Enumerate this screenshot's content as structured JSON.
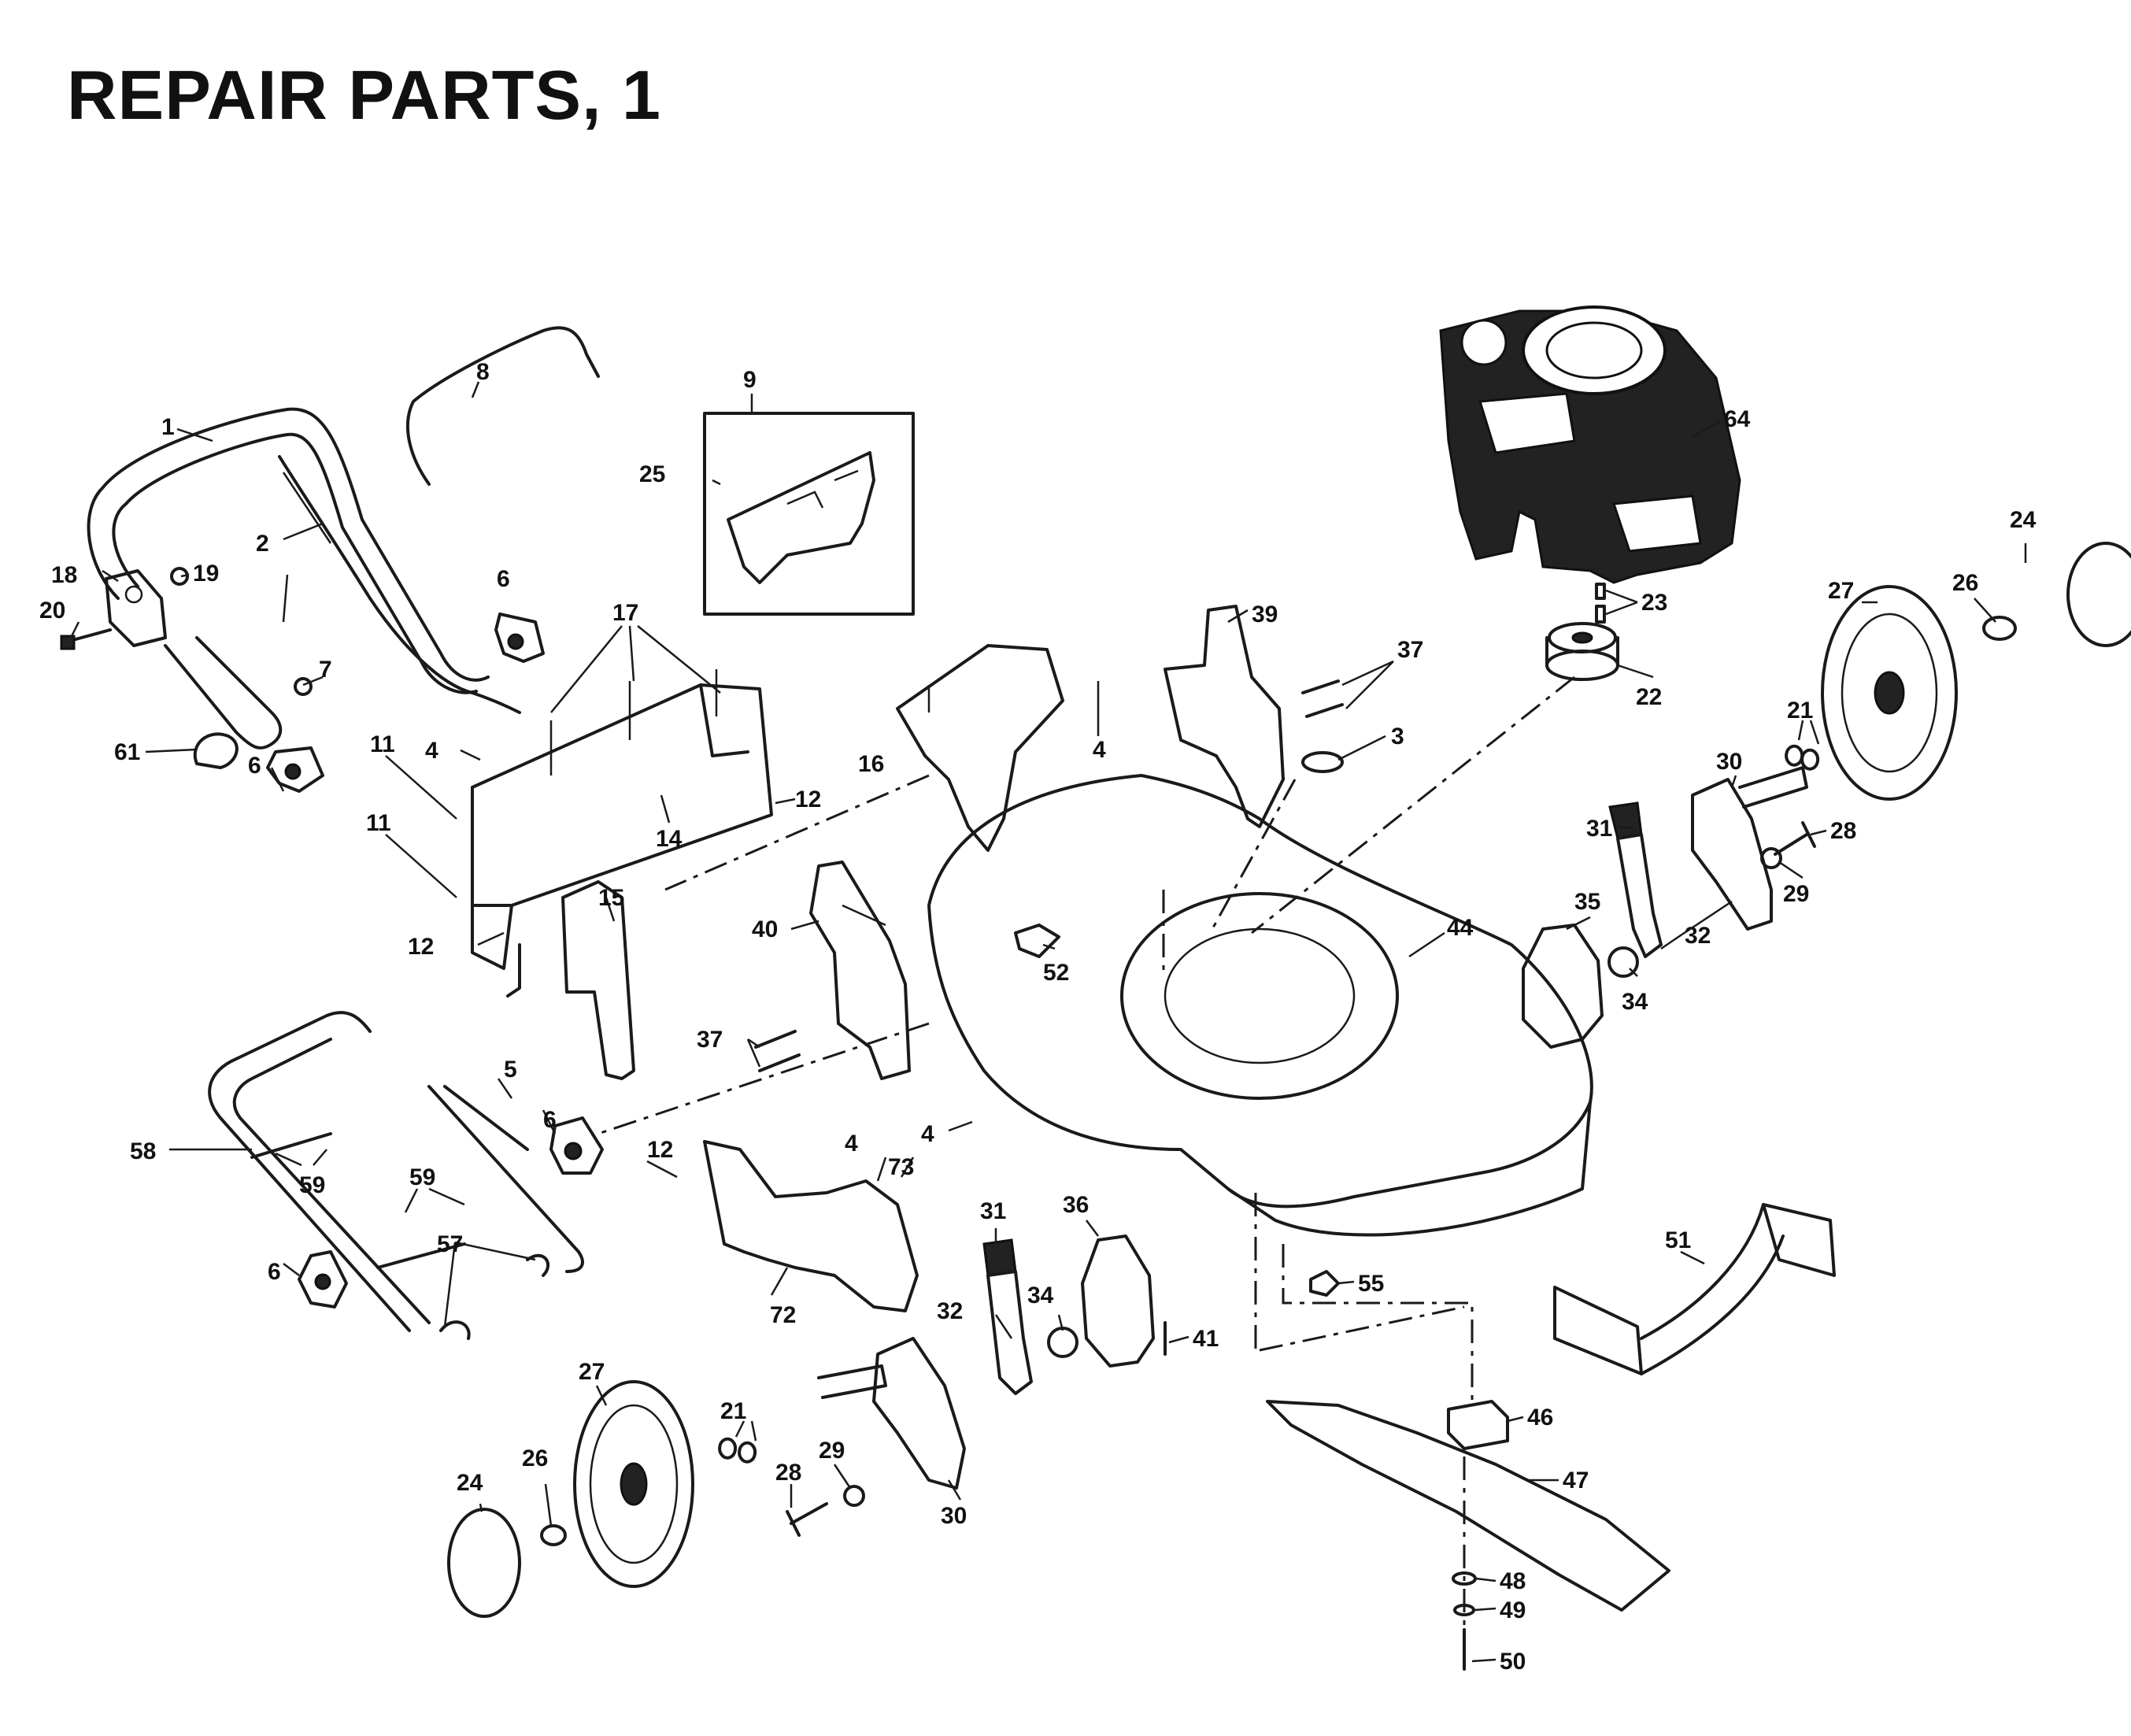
{
  "title": "REPAIR PARTS, 1",
  "callouts": [
    {
      "id": "c1",
      "text": "1"
    },
    {
      "id": "c2",
      "text": "2"
    },
    {
      "id": "c3",
      "text": "3"
    },
    {
      "id": "c4a",
      "text": "4"
    },
    {
      "id": "c4b",
      "text": "4"
    },
    {
      "id": "c4c",
      "text": "4"
    },
    {
      "id": "c4d",
      "text": "4"
    },
    {
      "id": "c5",
      "text": "5"
    },
    {
      "id": "c6a",
      "text": "6"
    },
    {
      "id": "c6b",
      "text": "6"
    },
    {
      "id": "c6c",
      "text": "6"
    },
    {
      "id": "c6d",
      "text": "6"
    },
    {
      "id": "c7",
      "text": "7"
    },
    {
      "id": "c8",
      "text": "8"
    },
    {
      "id": "c9",
      "text": "9"
    },
    {
      "id": "c11a",
      "text": "11"
    },
    {
      "id": "c11b",
      "text": "11"
    },
    {
      "id": "c12a",
      "text": "12"
    },
    {
      "id": "c12b",
      "text": "12"
    },
    {
      "id": "c12c",
      "text": "12"
    },
    {
      "id": "c14",
      "text": "14"
    },
    {
      "id": "c15",
      "text": "15"
    },
    {
      "id": "c16",
      "text": "16"
    },
    {
      "id": "c17",
      "text": "17"
    },
    {
      "id": "c18",
      "text": "18"
    },
    {
      "id": "c19",
      "text": "19"
    },
    {
      "id": "c20",
      "text": "20"
    },
    {
      "id": "c21a",
      "text": "21"
    },
    {
      "id": "c21b",
      "text": "21"
    },
    {
      "id": "c22",
      "text": "22"
    },
    {
      "id": "c23",
      "text": "23"
    },
    {
      "id": "c24a",
      "text": "24"
    },
    {
      "id": "c24b",
      "text": "24"
    },
    {
      "id": "c25",
      "text": "25"
    },
    {
      "id": "c26a",
      "text": "26"
    },
    {
      "id": "c26b",
      "text": "26"
    },
    {
      "id": "c27a",
      "text": "27"
    },
    {
      "id": "c27b",
      "text": "27"
    },
    {
      "id": "c28a",
      "text": "28"
    },
    {
      "id": "c28b",
      "text": "28"
    },
    {
      "id": "c29a",
      "text": "29"
    },
    {
      "id": "c29b",
      "text": "29"
    },
    {
      "id": "c30a",
      "text": "30"
    },
    {
      "id": "c30b",
      "text": "30"
    },
    {
      "id": "c31a",
      "text": "31"
    },
    {
      "id": "c31b",
      "text": "31"
    },
    {
      "id": "c32a",
      "text": "32"
    },
    {
      "id": "c32b",
      "text": "32"
    },
    {
      "id": "c34a",
      "text": "34"
    },
    {
      "id": "c34b",
      "text": "34"
    },
    {
      "id": "c35",
      "text": "35"
    },
    {
      "id": "c36",
      "text": "36"
    },
    {
      "id": "c37a",
      "text": "37"
    },
    {
      "id": "c37b",
      "text": "37"
    },
    {
      "id": "c39",
      "text": "39"
    },
    {
      "id": "c40",
      "text": "40"
    },
    {
      "id": "c41",
      "text": "41"
    },
    {
      "id": "c44",
      "text": "44"
    },
    {
      "id": "c46",
      "text": "46"
    },
    {
      "id": "c47",
      "text": "47"
    },
    {
      "id": "c48",
      "text": "48"
    },
    {
      "id": "c49",
      "text": "49"
    },
    {
      "id": "c50",
      "text": "50"
    },
    {
      "id": "c51",
      "text": "51"
    },
    {
      "id": "c52",
      "text": "52"
    },
    {
      "id": "c55",
      "text": "55"
    },
    {
      "id": "c57",
      "text": "57"
    },
    {
      "id": "c58",
      "text": "58"
    },
    {
      "id": "c59a",
      "text": "59"
    },
    {
      "id": "c59b",
      "text": "59"
    },
    {
      "id": "c61",
      "text": "61"
    },
    {
      "id": "c64",
      "text": "64"
    },
    {
      "id": "c72",
      "text": "72"
    },
    {
      "id": "c73",
      "text": "73"
    }
  ]
}
